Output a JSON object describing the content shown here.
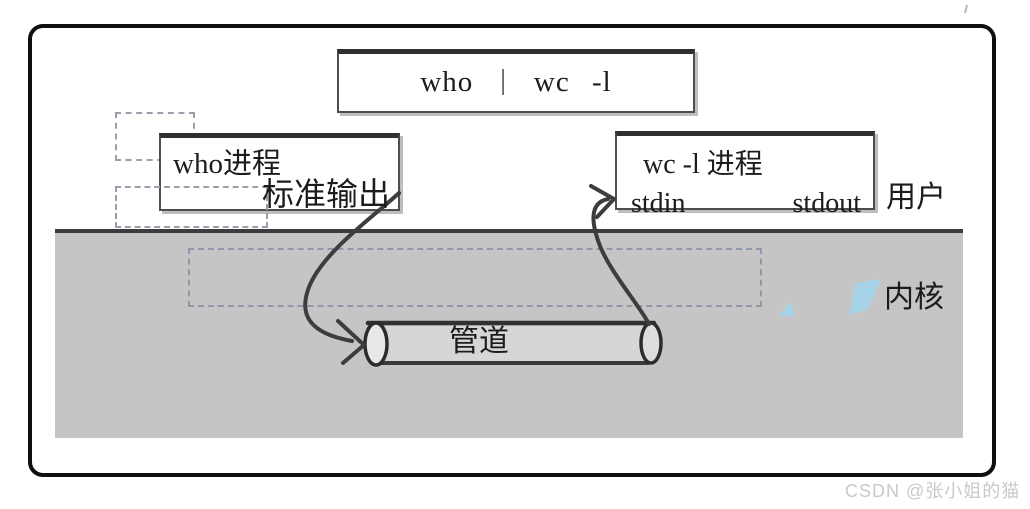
{
  "command_box": {
    "part_who": "who",
    "separator": "|",
    "part_wc": "wc -l"
  },
  "who_process_box": {
    "label": "who进程"
  },
  "stdout_flow_label": "标准输出",
  "wc_process_box": {
    "title": "wc -l 进程",
    "stdin_label": "stdin",
    "stdout_label": "stdout"
  },
  "pipe": {
    "label": "管道"
  },
  "zones": {
    "user_label": "用户",
    "kernel_label": "内核"
  },
  "watermark": "CSDN @张小姐的猫",
  "colors": {
    "kernel_background": "#c5c5c5",
    "pipe_fill": "#d6d6d6",
    "line_stroke": "#3a3a3a",
    "dash_gray_blue": "#98a0ac",
    "accent_blue": "#a6d3e8",
    "watermark_gray": "#c9c9c9"
  }
}
